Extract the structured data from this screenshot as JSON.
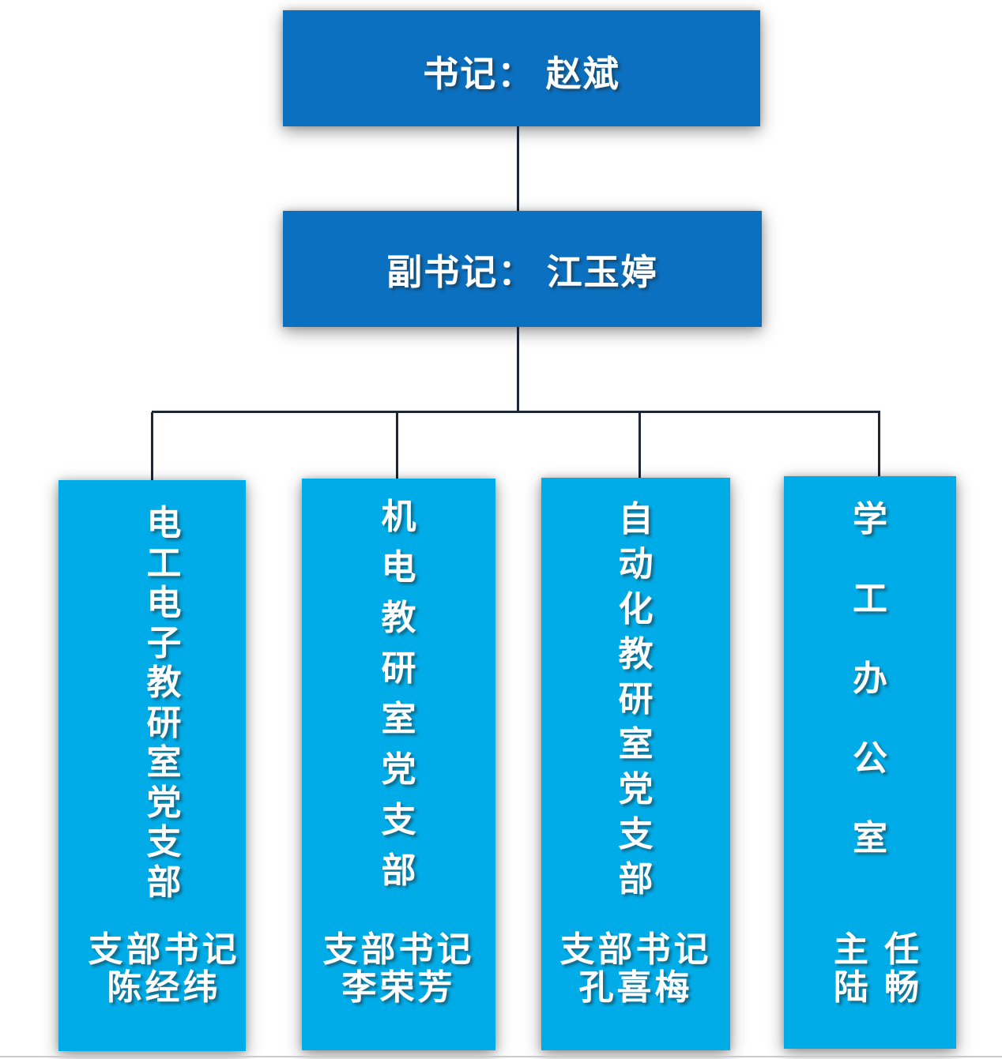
{
  "chart": {
    "type": "org-chart",
    "root": {
      "label": "书记： 赵斌"
    },
    "deputy": {
      "label": "副书记： 江玉婷"
    },
    "branches": [
      {
        "title": "电工电子教研室党支部",
        "footer_lines": [
          "支部书记",
          "陈经纬"
        ]
      },
      {
        "title": "机电教研室党支部",
        "footer_lines": [
          "支部书记",
          "李荣芳"
        ]
      },
      {
        "title": "自动化教研室党支部",
        "footer_lines": [
          "支部书记",
          "孔喜梅"
        ]
      },
      {
        "title": "学工办公室",
        "footer_lines": [
          "主 任",
          "陆 畅"
        ]
      }
    ],
    "colors": {
      "level12_box": "#0b70bf",
      "branch_box": "#00ace8",
      "connector": "#1c2634",
      "text": "#ffffff"
    }
  }
}
